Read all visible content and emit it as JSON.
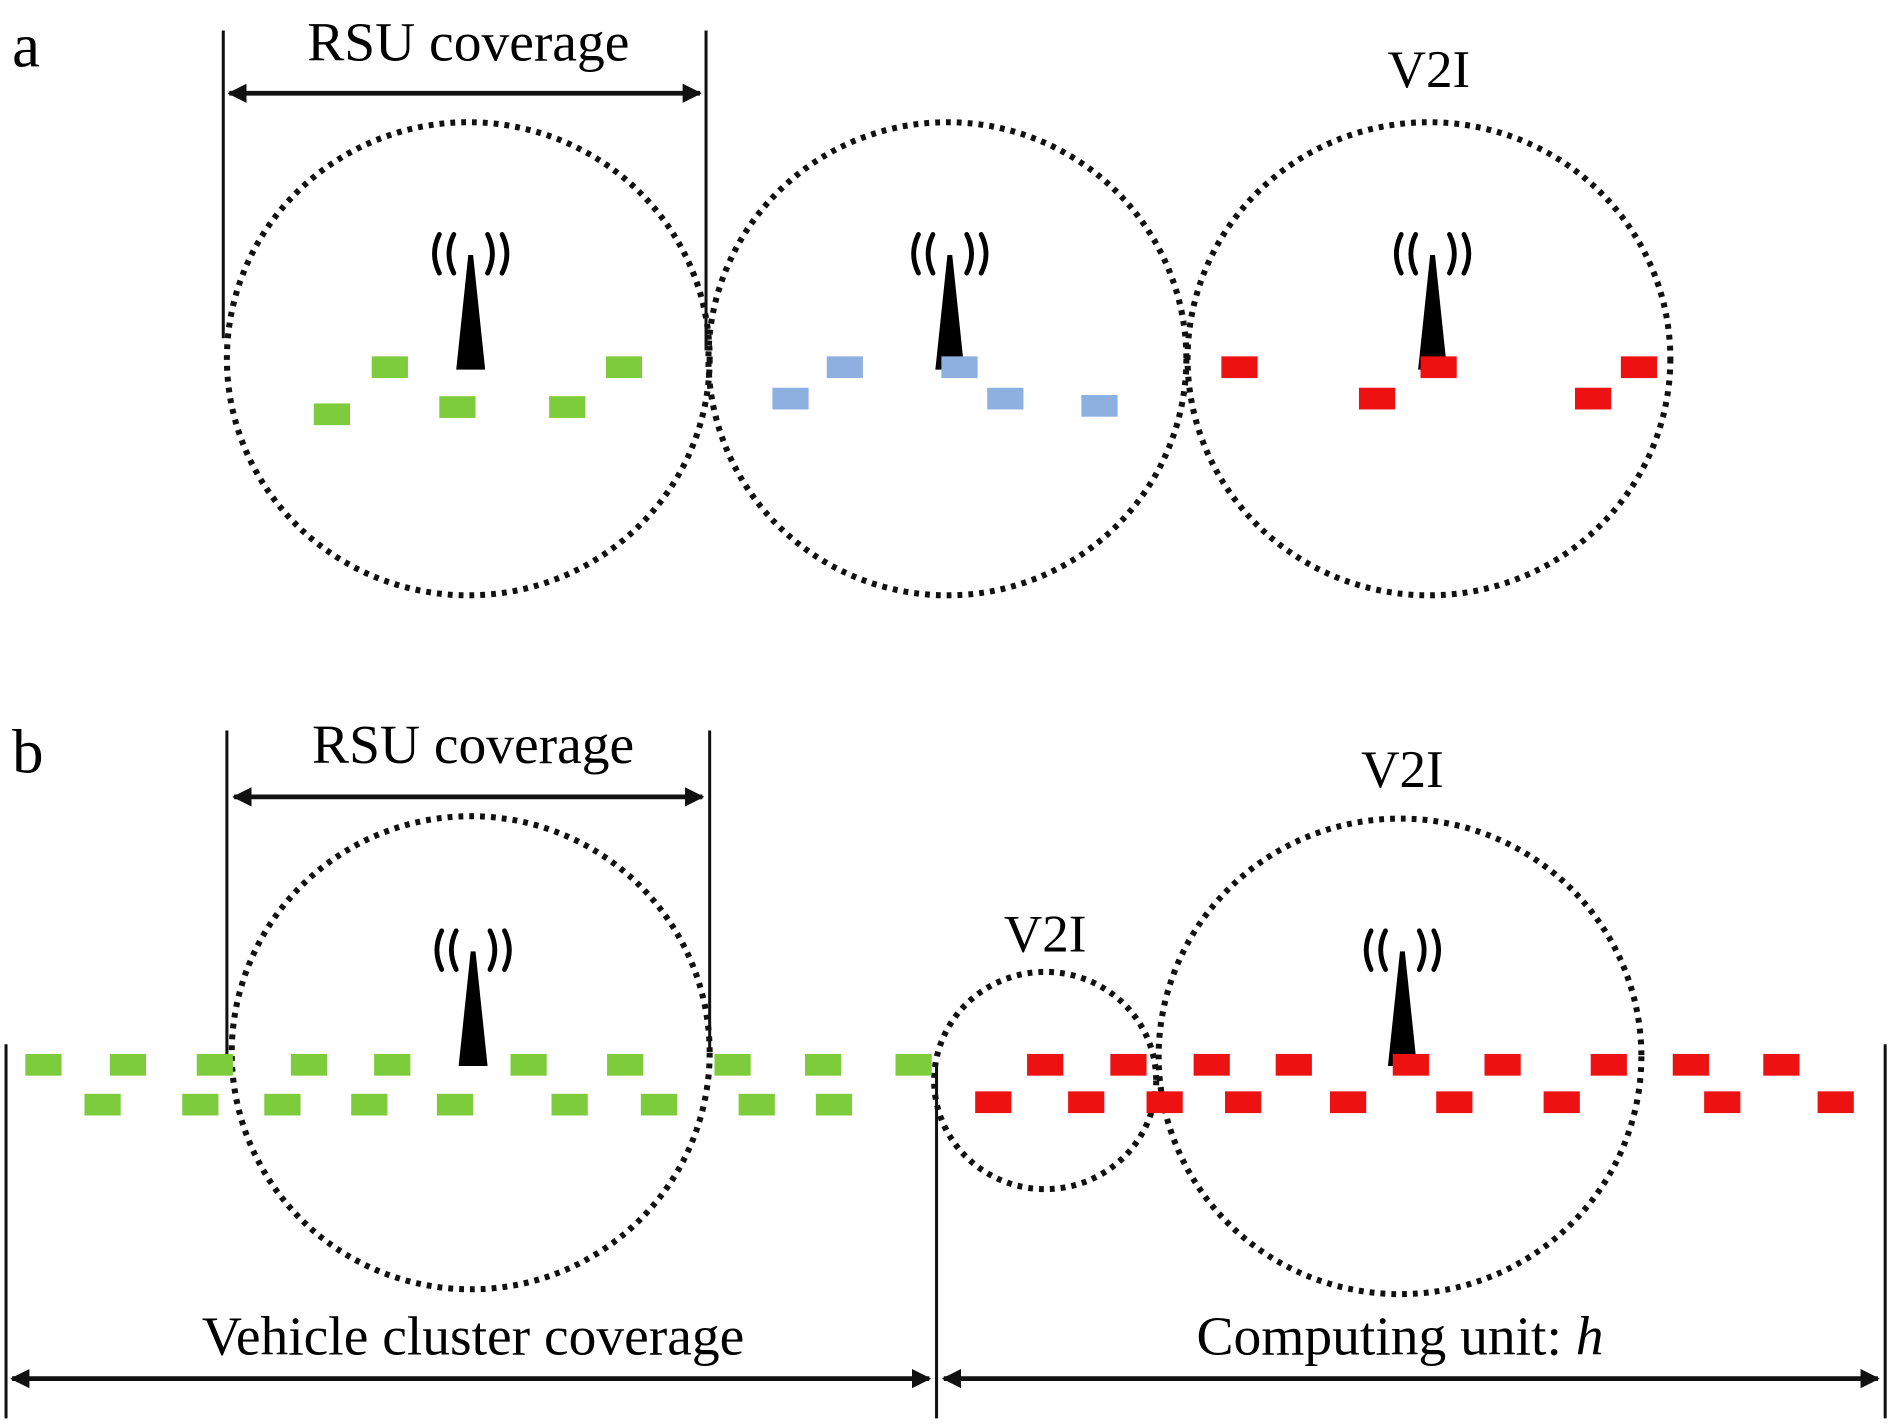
{
  "panel_a": {
    "label": "a",
    "rsu_coverage": "RSU coverage",
    "v2i": "V2I",
    "clusters": [
      {
        "color": "#7ccc3c",
        "rsu": "antenna-icon"
      },
      {
        "color": "#8eb0e0",
        "rsu": "antenna-icon"
      },
      {
        "color": "#ee1111",
        "rsu": "antenna-icon"
      }
    ]
  },
  "panel_b": {
    "label": "b",
    "rsu_coverage": "RSU coverage",
    "v2i_large": "V2I",
    "v2i_small": "V2I",
    "vehicle_cluster_coverage": "Vehicle cluster coverage",
    "computing_unit_prefix": "Computing unit: ",
    "computing_unit_var": "h",
    "colors": {
      "green": "#7ccc3c",
      "red": "#ee1111"
    }
  }
}
